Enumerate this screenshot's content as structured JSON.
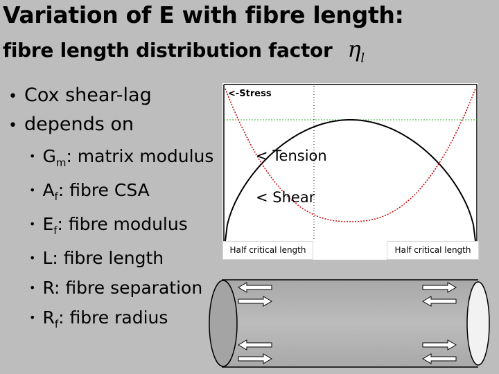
{
  "title": {
    "line1": "Variation of E with fibre length:",
    "line2": "fibre length distribution factor",
    "symbol": "η",
    "symbol_sub": "l"
  },
  "bullets": [
    "Cox shear-lag",
    "depends on"
  ],
  "sub_bullets": [
    {
      "main": "G",
      "sub": "m",
      "rest": ": matrix modulus"
    },
    {
      "main": "A",
      "sub": "f",
      "rest": ": fibre CSA"
    },
    {
      "main": "E",
      "sub": "f",
      "rest": ": fibre modulus"
    },
    {
      "main": "L: fibre length",
      "sub": "",
      "rest": ""
    },
    {
      "main": "R: fibre separation",
      "sub": "",
      "rest": ""
    },
    {
      "main": "R",
      "sub": "f",
      "rest": ": fibre radius"
    }
  ],
  "graph": {
    "stress_label": "<-Stress",
    "tension_label": "< Tension",
    "shear_label": "< Shear",
    "half_critical_left": "Half critical length",
    "half_critical_right": "Half critical length",
    "colors": {
      "tension": "#000000",
      "shear": "#cc0000",
      "plateau": "#33aa33"
    }
  }
}
